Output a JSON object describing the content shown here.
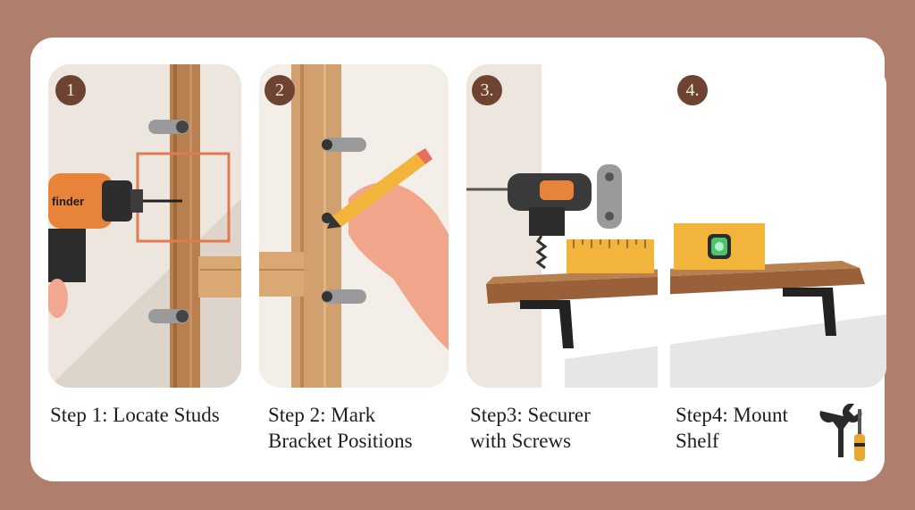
{
  "steps": [
    {
      "badge": "1",
      "caption": "Step 1: Locate Studs"
    },
    {
      "badge": "2",
      "caption": "Step 2: Mark\nBracket Positions"
    },
    {
      "badge": "3.",
      "caption": "Step3: Securer\nwith Screws"
    },
    {
      "badge": "4.",
      "caption": "Step4: Mount\nShelf"
    }
  ],
  "drill_brand": "finder",
  "icons": [
    "drill-icon",
    "pencil-icon",
    "level-icon",
    "wrench-icon",
    "screwdriver-icon"
  ],
  "colors": {
    "frame": "#b07e6c",
    "badge": "#6e4332",
    "wood": "#b9804f",
    "accent_orange": "#e8843a",
    "level_yellow": "#f2b43a"
  }
}
